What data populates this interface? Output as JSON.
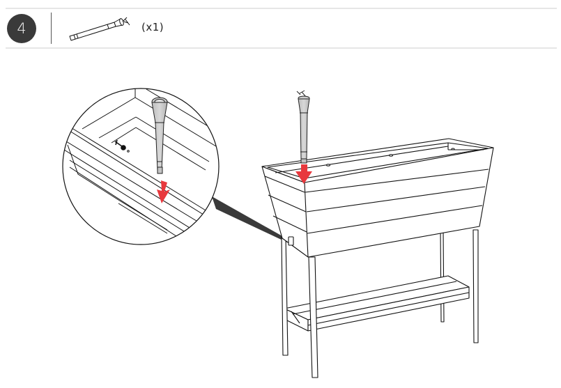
{
  "step": {
    "number": "4",
    "parts": [
      {
        "icon": "watering-tube-icon",
        "quantity": "(x1)"
      }
    ]
  },
  "illustration": {
    "description": "Insert the water-level indicator tube into the hole at the back corner of the raised planter box",
    "detail_callout": "magnified view of tube entering corner hole",
    "arrow_color": "#e8383d",
    "tube_color": "#cfcfcf",
    "line_color": "#1a1a1a",
    "callout_pointer_color": "#3a3a3a"
  },
  "colors": {
    "badge_bg": "#3a3a3a",
    "badge_text": "#f2f2f2",
    "rule": "#e6e6e6",
    "background": "#ffffff"
  }
}
